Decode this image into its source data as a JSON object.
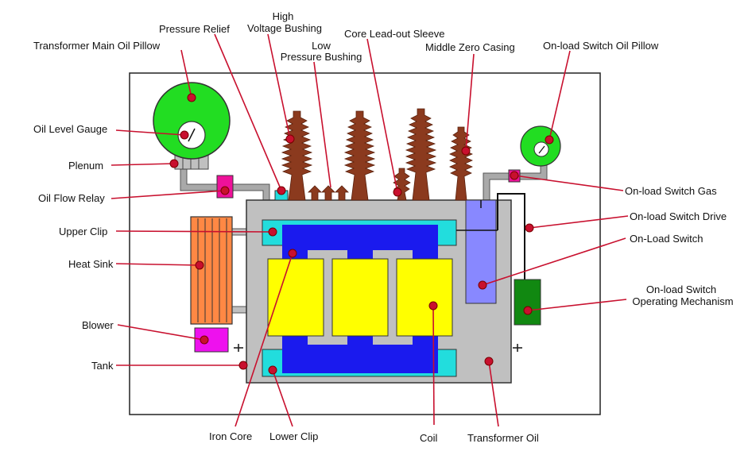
{
  "labels": {
    "main_oil_pillow": "Transformer Main Oil Pillow",
    "pressure_relief": "Pressure Relief",
    "hv_bushing_1": "High",
    "hv_bushing_2": "Voltage Bushing",
    "lv_bushing_1": "Low",
    "lv_bushing_2": "Pressure Bushing",
    "core_leadout": "Core Lead-out Sleeve",
    "middle_zero": "Middle Zero Casing",
    "switch_oil_pillow": "On-load Switch Oil Pillow",
    "oil_level_gauge": "Oil Level Gauge",
    "plenum": "Plenum",
    "oil_flow_relay": "Oil Flow Relay",
    "switch_gas": "On-load Switch Gas",
    "switch_drive": "On-load Switch Drive",
    "upper_clip": "Upper Clip",
    "on_load_switch": "On-Load Switch",
    "heat_sink": "Heat Sink",
    "operating_mech_1": "On-load Switch",
    "operating_mech_2": "Operating Mechanism",
    "blower": "Blower",
    "tank": "Tank",
    "iron_core": "Iron Core",
    "lower_clip": "Lower Clip",
    "coil": "Coil",
    "transformer_oil": "Transformer Oil"
  },
  "colors": {
    "pillow_green": "#22dd22",
    "tank_gray": "#c0c0c0",
    "clip_cyan": "#22dddd",
    "core_blue": "#1a1aee",
    "coil_yellow": "#ffff00",
    "radiator_orange": "#ff8844",
    "relay_magenta": "#ee1199",
    "blower_magenta": "#ee11ee",
    "switch_purple": "#8888ff",
    "mechanism_green": "#118811",
    "bushing_brown": "#8b3a1e",
    "leader_red": "#c8102e"
  }
}
